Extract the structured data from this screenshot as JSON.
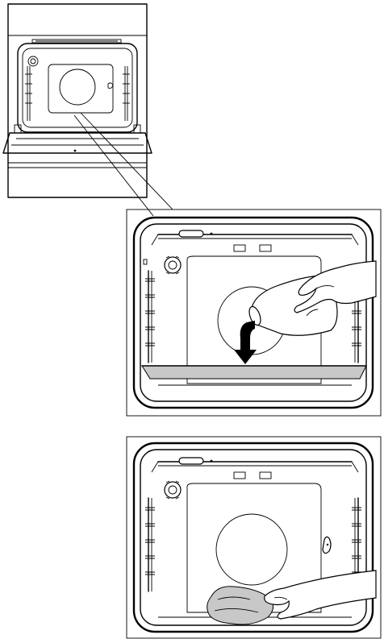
{
  "figure": {
    "panels": [
      {
        "name": "oven-overview"
      },
      {
        "name": "pouring-water-detail"
      },
      {
        "name": "wiping-detail"
      }
    ],
    "line_color": "#000000",
    "background_color": "#ffffff",
    "accent_fill": "#c8c8c8",
    "icons": [
      "oven-icon",
      "jug-icon",
      "hand-icon",
      "cloth-icon",
      "arrow-down-icon",
      "shelf-rail-icon"
    ]
  }
}
